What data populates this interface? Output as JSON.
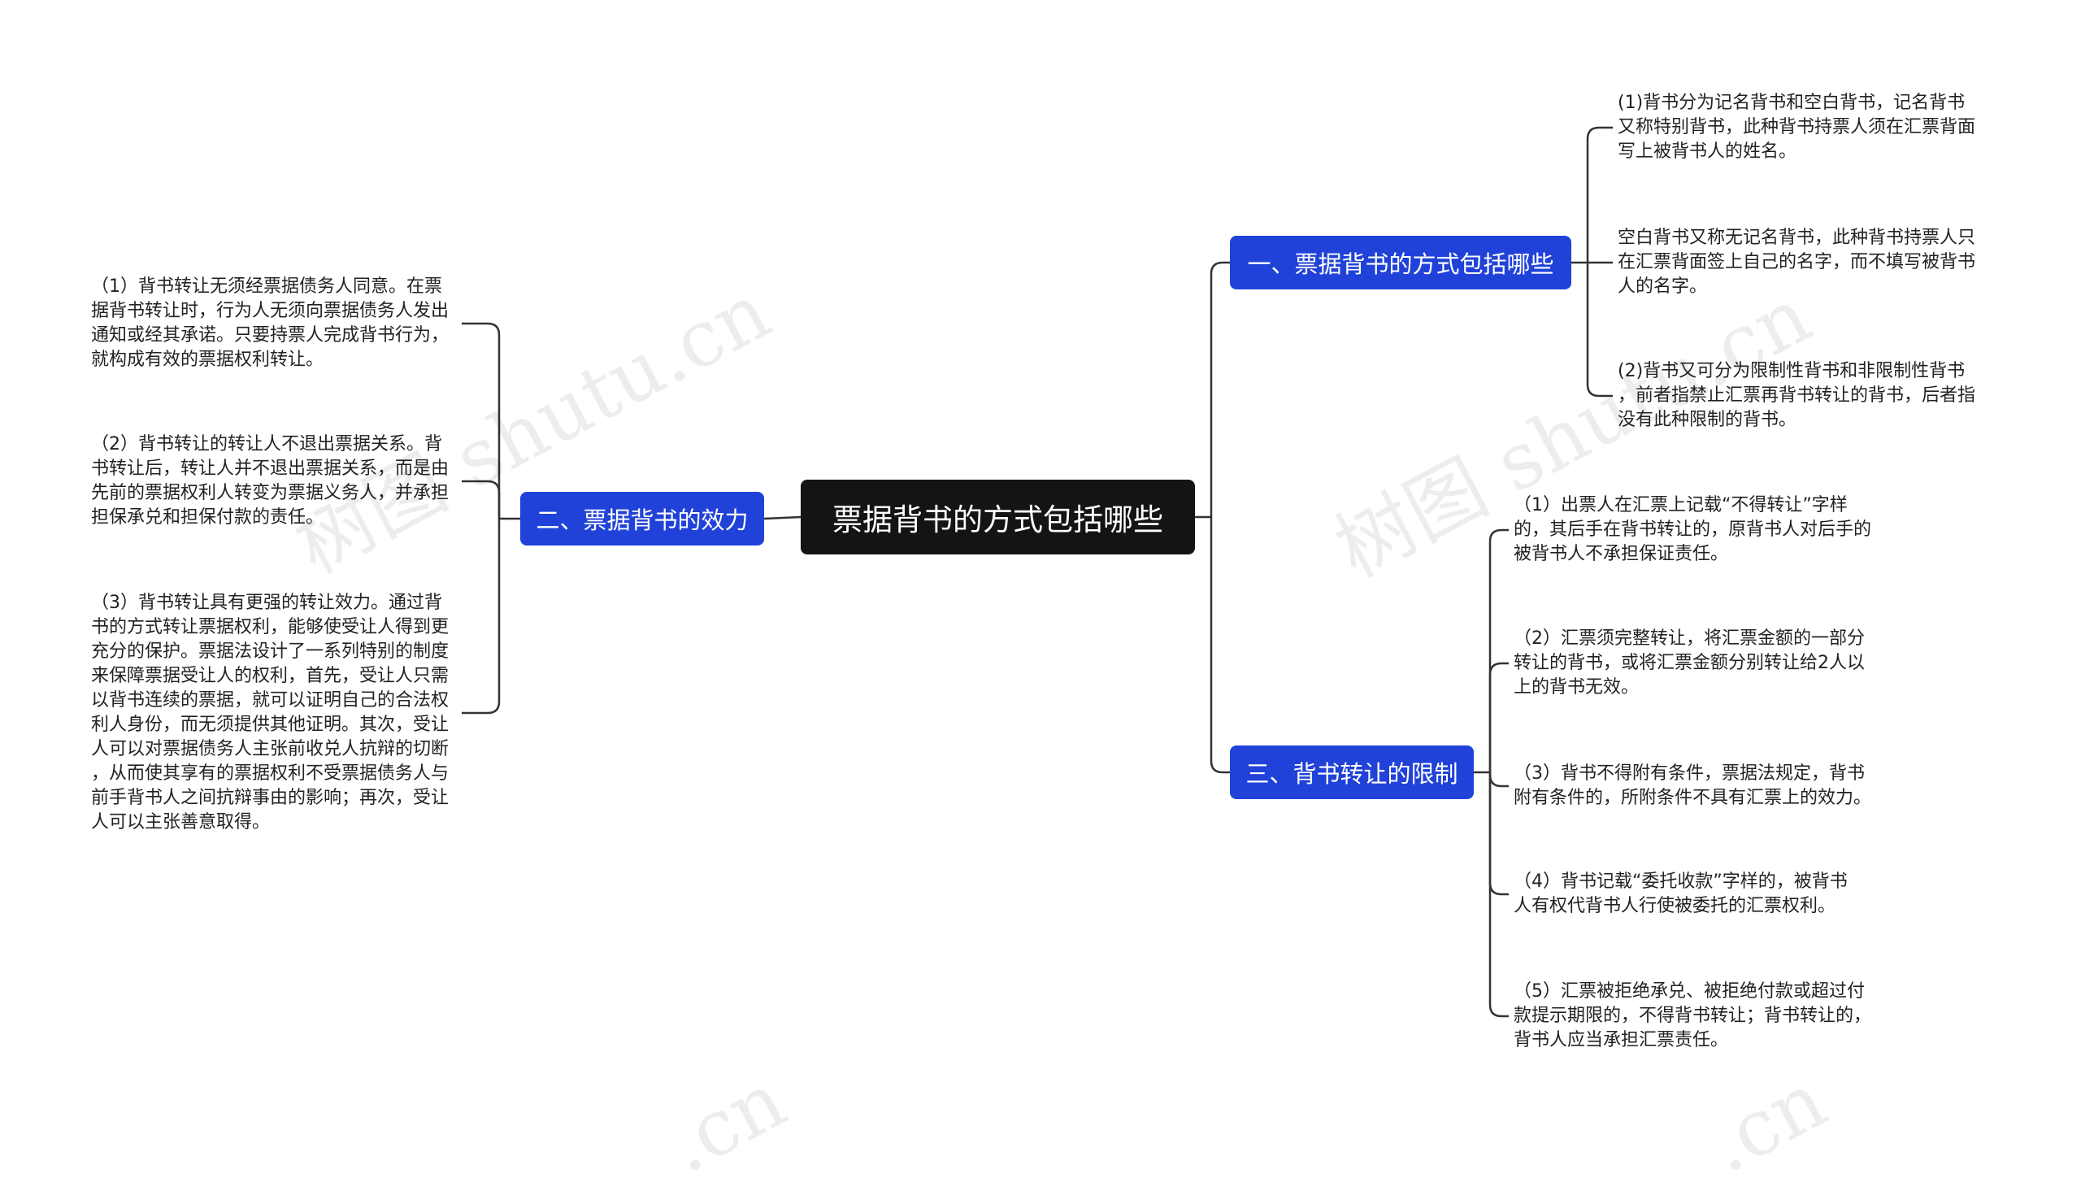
{
  "watermark": "树图 shutu.cn",
  "watermark_fragment": ".cn",
  "colors": {
    "root_bg": "#141414",
    "branch_bg": "#2142d8",
    "line": "#333333",
    "text": "#222222"
  },
  "root": {
    "label": "票据背书的方式包括哪些"
  },
  "branches": [
    {
      "label": "一、票据背书的方式包括哪些",
      "leaves": [
        "(1)背书分为记名背书和空白背书，记名背书\n又称特别背书，此种背书持票人须在汇票背面\n写上被背书人的姓名。",
        "空白背书又称无记名背书，此种背书持票人只\n在汇票背面签上自己的名字，而不填写被背书\n人的名字。",
        "(2)背书又可分为限制性背书和非限制性背书\n，前者指禁止汇票再背书转让的背书，后者指\n没有此种限制的背书。"
      ]
    },
    {
      "label": "二、票据背书的效力",
      "leaves": [
        "（1）背书转让无须经票据债务人同意。在票\n据背书转让时，行为人无须向票据债务人发出\n通知或经其承诺。只要持票人完成背书行为，\n就构成有效的票据权利转让。",
        "（2）背书转让的转让人不退出票据关系。背\n书转让后，转让人并不退出票据关系，而是由\n先前的票据权利人转变为票据义务人，并承担\n担保承兑和担保付款的责任。",
        "（3）背书转让具有更强的转让效力。通过背\n书的方式转让票据权利，能够使受让人得到更\n充分的保护。票据法设计了一系列特别的制度\n来保障票据受让人的权利，首先，受让人只需\n以背书连续的票据，就可以证明自己的合法权\n利人身份，而无须提供其他证明。其次，受让\n人可以对票据债务人主张前收兑人抗辩的切断\n，从而使其享有的票据权利不受票据债务人与\n前手背书人之间抗辩事由的影响；再次，受让\n人可以主张善意取得。"
      ]
    },
    {
      "label": "三、背书转让的限制",
      "leaves": [
        "（1）出票人在汇票上记载“不得转让”字样\n的，其后手在背书转让的，原背书人对后手的\n被背书人不承担保证责任。",
        "（2）汇票须完整转让，将汇票金额的一部分\n转让的背书，或将汇票金额分别转让给2人以\n上的背书无效。",
        "（3）背书不得附有条件，票据法规定，背书\n附有条件的，所附条件不具有汇票上的效力。",
        "（4）背书记载“委托收款”字样的，被背书\n人有权代背书人行使被委托的汇票权利。",
        "（5）汇票被拒绝承兑、被拒绝付款或超过付\n款提示期限的，不得背书转让；背书转让的，\n背书人应当承担汇票责任。"
      ]
    }
  ]
}
